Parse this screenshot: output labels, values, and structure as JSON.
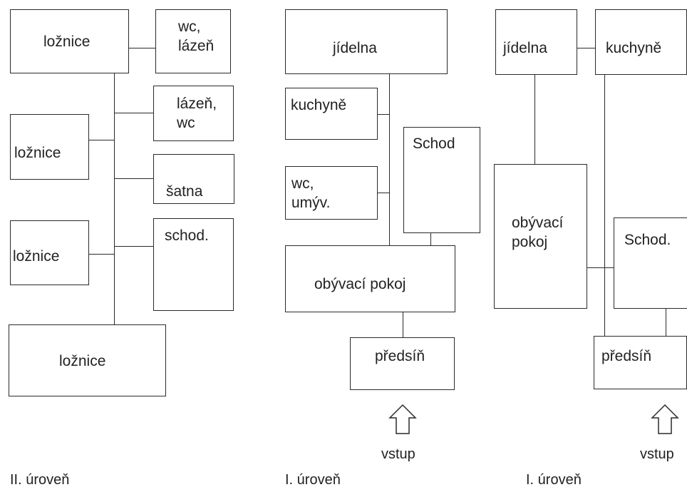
{
  "diagrams": [
    {
      "rooms": {
        "loznice_top": "ložnice",
        "wc_lazen": "wc,\nlázeň",
        "lazen_wc": "lázeň,\nwc",
        "loznice_2": "ložnice",
        "satna": "šatna",
        "loznice_3": "ložnice",
        "schod": "schod.",
        "loznice_bottom": "ložnice"
      },
      "caption": "II. úroveň"
    },
    {
      "rooms": {
        "jidelna": "jídelna",
        "kuchyne": "kuchyně",
        "schod": "Schod",
        "wc_umyv": "wc,\numýv.",
        "obyvaci": "obývací pokoj",
        "predsin": "předsíň"
      },
      "entrance": "vstup",
      "caption": "I. úroveň"
    },
    {
      "rooms": {
        "jidelna": "jídelna",
        "kuchyne": "kuchyně",
        "obyvaci": "obývací\npokoj",
        "schod": "Schod.",
        "predsin": "předsíň"
      },
      "entrance": "vstup",
      "caption": "I. úroveň"
    }
  ]
}
